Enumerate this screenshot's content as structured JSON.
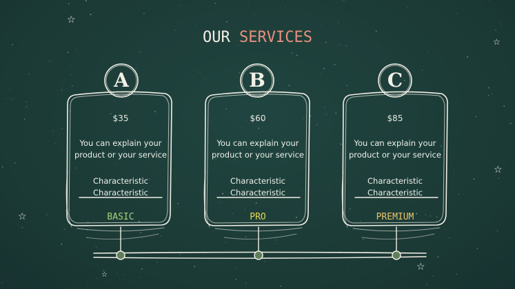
{
  "title": {
    "word1": "OUR",
    "word2": "SERVICES"
  },
  "colors": {
    "background": "#1d3d3a",
    "chalk": "#f2efe6",
    "accent_salmon": "#e8907e",
    "tier_basic": "#a9d27a",
    "tier_pro": "#e6d94f",
    "tier_premium": "#e9c46a",
    "node": "#5f7f5a"
  },
  "plans": [
    {
      "letter": "A",
      "price": "$35",
      "description_line1": "You can explain your",
      "description_line2": "product or your service",
      "characteristic1": "Characteristic",
      "characteristic2": "Characteristic",
      "tier": "BASIC"
    },
    {
      "letter": "B",
      "price": "$60",
      "description_line1": "You can explain your",
      "description_line2": "product or your service",
      "characteristic1": "Characteristic",
      "characteristic2": "Characteristic",
      "tier": "PRO"
    },
    {
      "letter": "C",
      "price": "$85",
      "description_line1": "You can explain your",
      "description_line2": "product or your service",
      "characteristic1": "Characteristic",
      "characteristic2": "Characteristic",
      "tier": "PREMIUM"
    }
  ],
  "decorations": {
    "star_icon": "star-icon"
  }
}
